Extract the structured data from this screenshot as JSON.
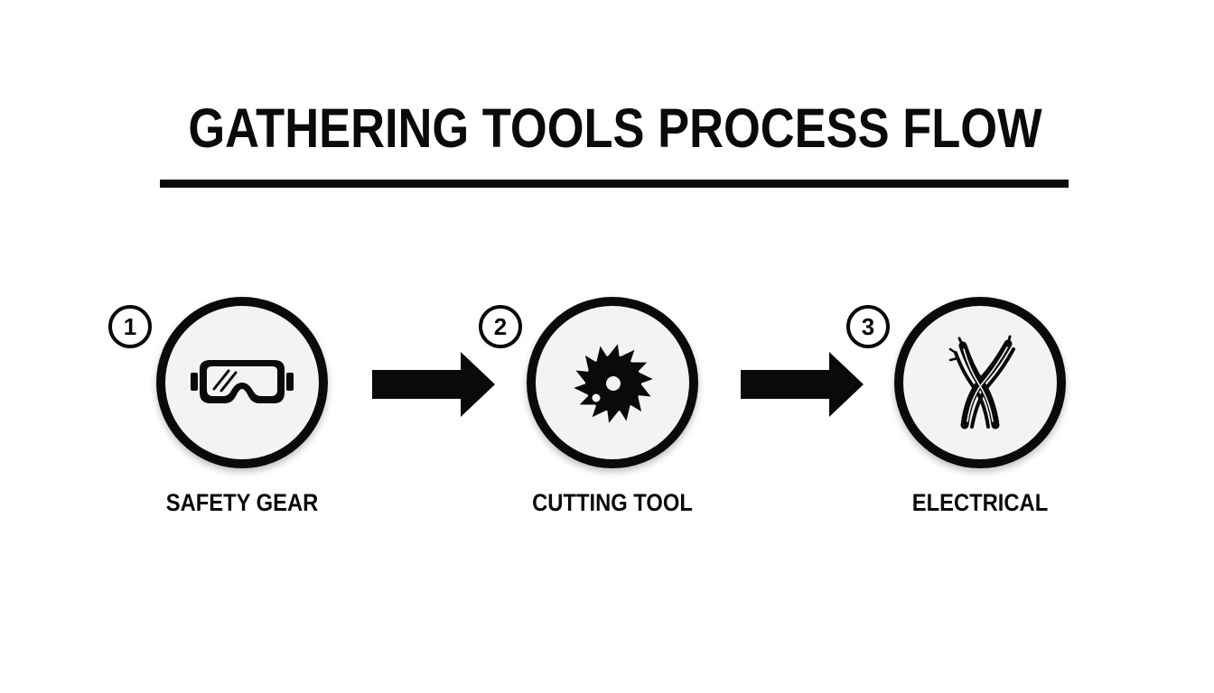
{
  "title": "GATHERING TOOLS PROCESS FLOW",
  "steps": [
    {
      "number": "1",
      "label": "SAFETY GEAR",
      "icon": "safety-goggles-icon"
    },
    {
      "number": "2",
      "label": "CUTTING TOOL",
      "icon": "saw-blade-icon"
    },
    {
      "number": "3",
      "label": "ELECTRICAL",
      "icon": "electrical-wires-icon"
    }
  ],
  "colors": {
    "ink": "#0a0a0a",
    "circle_fill": "#f3f3f3",
    "background": "#ffffff"
  }
}
